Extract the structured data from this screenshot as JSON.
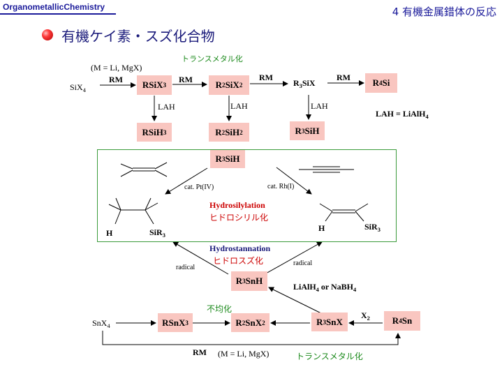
{
  "header": {
    "left": "OrganometallicChemistry",
    "right": "4 有機金属錯体の反応"
  },
  "title": "有機ケイ素・スズ化合物",
  "colors": {
    "accent": "#1a1a9a",
    "box": "#f9c6c0",
    "frame": "#3a9a3a",
    "green_text": "#1c8a1c",
    "red_text": "#cc0000"
  },
  "silicon": {
    "transmetal_label": "トランスメタル化",
    "condition": "(M = Li, MgX)",
    "start": "SiX4",
    "rm": "RM",
    "compounds": [
      "RSiX3",
      "R2SiX2",
      "R3SiX",
      "R4Si"
    ],
    "lah": "LAH",
    "hydrides": [
      "RSiH3",
      "R2SiH2",
      "R3SiH"
    ],
    "lah_def": "LAH = LiAlH4"
  },
  "hydrosilylation": {
    "reagent": "R3SiH",
    "cat_left": "cat. Pt(IV)",
    "cat_right": "cat. Rh(I)",
    "title_en": "Hydrosilylation",
    "title_ja": "ヒドロシリル化",
    "h": "H",
    "sir3": "SiR3"
  },
  "hydrostannation": {
    "title_en": "Hydrostannation",
    "title_ja": "ヒドロスズ化",
    "radical": "radical",
    "reagent": "R3SnH",
    "reductant": "LiAlH4 or NaBH4"
  },
  "tin": {
    "disprop": "不均化",
    "start": "SnX4",
    "compounds": [
      "RSnX3",
      "R2SnX2",
      "R3SnX",
      "R4Sn"
    ],
    "x2": "X2",
    "rm": "RM",
    "condition": "(M = Li, MgX)",
    "transmetal_label": "トランスメタル化"
  }
}
